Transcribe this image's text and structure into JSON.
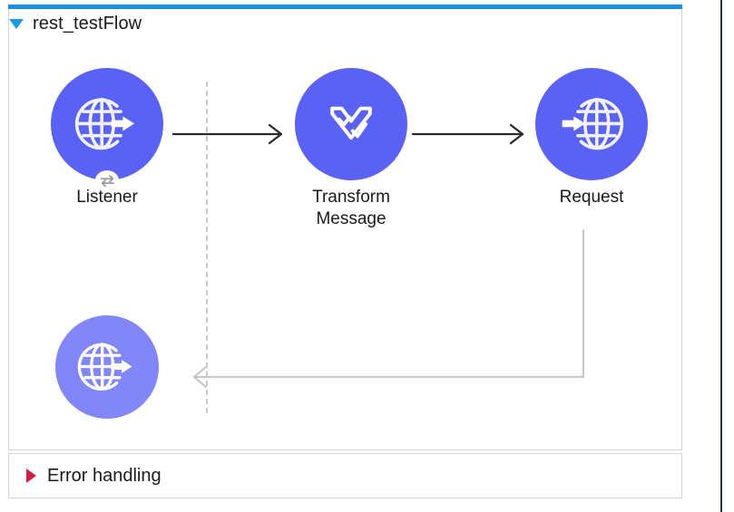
{
  "flow": {
    "title": "rest_testFlow",
    "toggle_icon": "triangle-down-icon",
    "expanded": true,
    "accent_color": "#1a8fe8"
  },
  "nodes": [
    {
      "id": "listener",
      "label": "Listener",
      "icon": "globe-arrow-out-icon",
      "badge_icon": "bidirectional-arrows-icon",
      "color": "#5a62f5"
    },
    {
      "id": "transform-message",
      "label": "Transform\nMessage",
      "icon": "dataweave-checkmarks-icon",
      "badge_icon": null,
      "color": "#5a62f5"
    },
    {
      "id": "request",
      "label": "Request",
      "icon": "globe-arrow-in-icon",
      "badge_icon": null,
      "color": "#5a62f5"
    },
    {
      "id": "listener-response",
      "label": "",
      "icon": "globe-arrow-out-icon",
      "badge_icon": null,
      "color": "#8186f8"
    }
  ],
  "connectors": [
    {
      "id": "listener-to-transform",
      "style": "solid-dark",
      "direction": "right"
    },
    {
      "id": "transform-to-request",
      "style": "solid-dark",
      "direction": "right"
    },
    {
      "id": "request-to-response",
      "style": "solid-light",
      "direction": "left"
    },
    {
      "id": "source-divider",
      "style": "dashed"
    }
  ],
  "error_handling": {
    "label": "Error handling",
    "toggle_icon": "triangle-right-icon",
    "expanded": false,
    "accent_color": "#d41e47"
  }
}
